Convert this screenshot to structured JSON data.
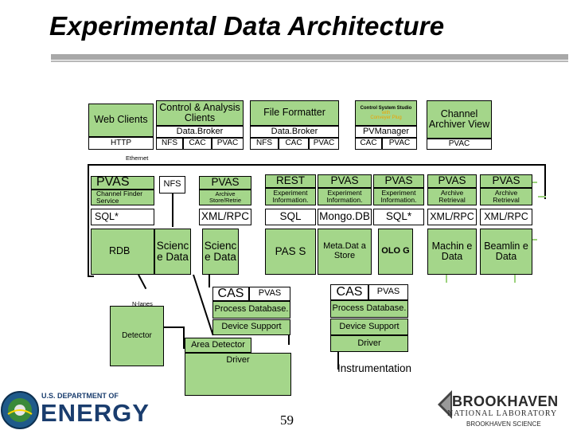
{
  "title": "Experimental Data Architecture",
  "network": {
    "ethernet": "Ethernet",
    "n_lanes": "N-lanes"
  },
  "top_row": {
    "web_clients": "Web Clients",
    "http": "HTTP",
    "control_analysis": "Control & Analysis Clients",
    "databroker_left": "Data.Broker",
    "nfs_left": "NFS",
    "cac_left": "CAC",
    "pvac_left": "PVAC",
    "file_formatter": "File Formatter",
    "databroker_mid": "Data.Broker",
    "nfs_mid": "NFS",
    "cac_mid": "CAC",
    "pvac_mid": "PVAC",
    "css_title": "Control System Studio",
    "css_with": "with",
    "css_plugin": "Conveyer Plug",
    "pvmanager": "PVManager",
    "cac_css": "CAC",
    "pvac_css": "PVAC",
    "channel_archiver_view": "Channel Archiver View",
    "pvac_viewer": "PVAC"
  },
  "services": {
    "pvas_cf": "PVAS",
    "channel_finder": "Channel Finder Service",
    "sql_cf": "SQL*",
    "rdb": "RDB",
    "nfs_store": "NFS",
    "sci_data_1": "Scienc e Data",
    "pvas_archive": "PVAS",
    "archive_store": "Archive Store/Retrie",
    "xml_rpc_1": "XML/RPC",
    "sci_data_2": "Scienc e Data",
    "rest": "REST",
    "exp_info_1": "Experiment Information.",
    "sql": "SQL",
    "pass": "PAS S",
    "pvas_meta": "PVAS",
    "exp_info_2": "Experiment Information.",
    "mongo": "Mongo.DB",
    "meta_store": "Meta.Dat a Store",
    "pvas_olog": "PVAS",
    "exp_info_3": "Experiment Information.",
    "sql_olog": "SQL*",
    "olog": "OLO G",
    "pvas_machine": "PVAS",
    "archive_retrieval_1": "Archive Retrieval",
    "xml_rpc_2": "XML/RPC",
    "machine_data": "Machin e Data",
    "pvas_beamline": "PVAS",
    "archive_retrieval_2": "Archive Retrieval",
    "xml_rpc_3": "XML/RPC",
    "beamline_data": "Beamlin e Data"
  },
  "lower": {
    "detector": "Detector",
    "cas_left": "CAS",
    "pvas_left": "PVAS",
    "process_db_left": "Process Database.",
    "device_support_left": "Device Support",
    "area_detector": "Area Detector",
    "driver_left": "Driver",
    "cas_right": "CAS",
    "pvas_right": "PVAS",
    "process_db_right": "Process Database.",
    "device_support_right": "Device Support",
    "driver_right": "Driver",
    "instrumentation": "Instrumentation"
  },
  "footer": {
    "doe_line": "U.S. DEPARTMENT OF",
    "doe_energy": "ENERGY",
    "page": "59",
    "bnl_name": "BROOKHAVEN",
    "bnl_lab": "NATIONAL LABORATORY",
    "bnl_sci": "BROOKHAVEN SCIENCE"
  },
  "colors": {
    "green": "#a4d68a",
    "black": "#000000",
    "orange": "#f0a000",
    "rule": "#a8a8a8"
  }
}
